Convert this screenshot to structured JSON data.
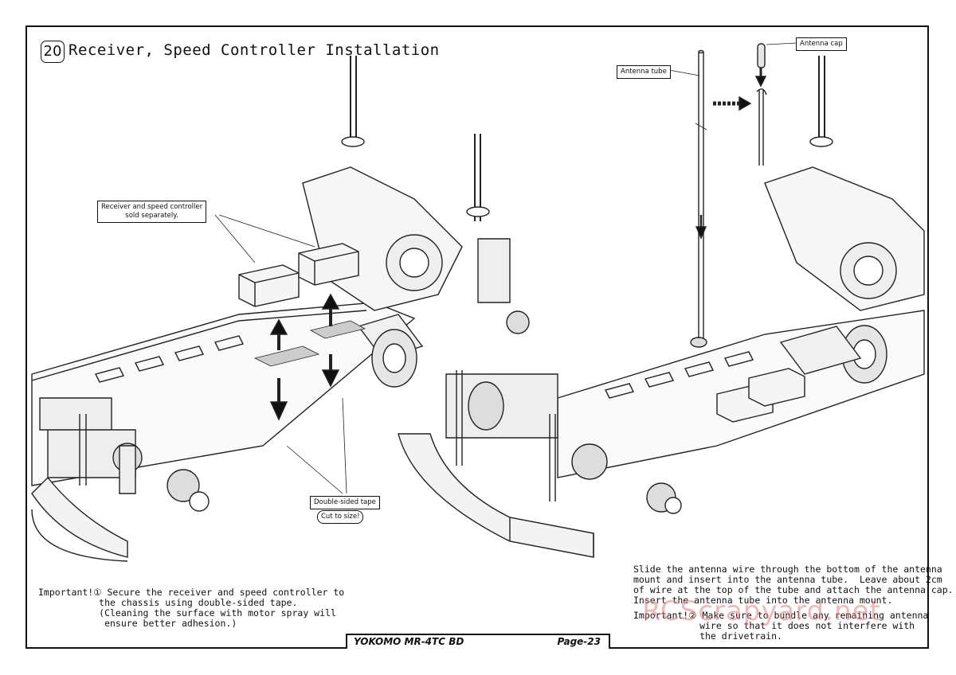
{
  "step": {
    "number": "20",
    "title": "Receiver, Speed Controller Installation"
  },
  "callouts": {
    "receiver_sold": [
      "Receiver and speed controller",
      "sold separately."
    ],
    "antenna_tube": "Antenna tube",
    "antenna_cap": "Antenna cap",
    "double_sided_tape": "Double-sided tape",
    "cut_to_size": "Cut to size!"
  },
  "notes": {
    "important_1": "Important!① Secure the receiver and speed controller to\n           the chassis using double-sided tape.\n           (Cleaning the surface with motor spray will\n            ensure better adhesion.)",
    "antenna_instructions": "Slide the antenna wire through the bottom of the antenna\nmount and insert into the antenna tube.  Leave about 2cm\nof wire at the top of the tube and attach the antenna cap.\nInsert the antenna tube into the antenna mount.",
    "important_2": "Important!② Make sure to bundle any remaining antenna\n            wire so that it does not interfere with\n            the drivetrain."
  },
  "footer": {
    "model": "YOKOMO MR-4TC BD",
    "page": "Page-23"
  },
  "watermark": "RCScrapyard.net"
}
